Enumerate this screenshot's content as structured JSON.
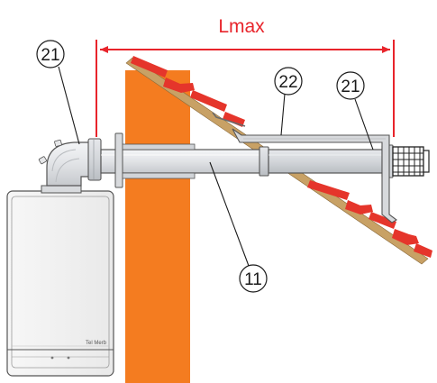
{
  "dimension": {
    "label": "Lmax"
  },
  "callouts": {
    "boiler_elbow": "21",
    "support_bracket": "22",
    "terminal_end": "21",
    "extension_pipe": "11"
  },
  "boiler": {
    "badge_text": "Tel Merb"
  },
  "colors": {
    "dimension_red": "#e8242b",
    "wall_orange": "#f47c20",
    "roof_beam": "#c8a165",
    "tile_red": "#e5352b",
    "pipe_gray": "#e2e4e7",
    "outline": "#555555"
  }
}
